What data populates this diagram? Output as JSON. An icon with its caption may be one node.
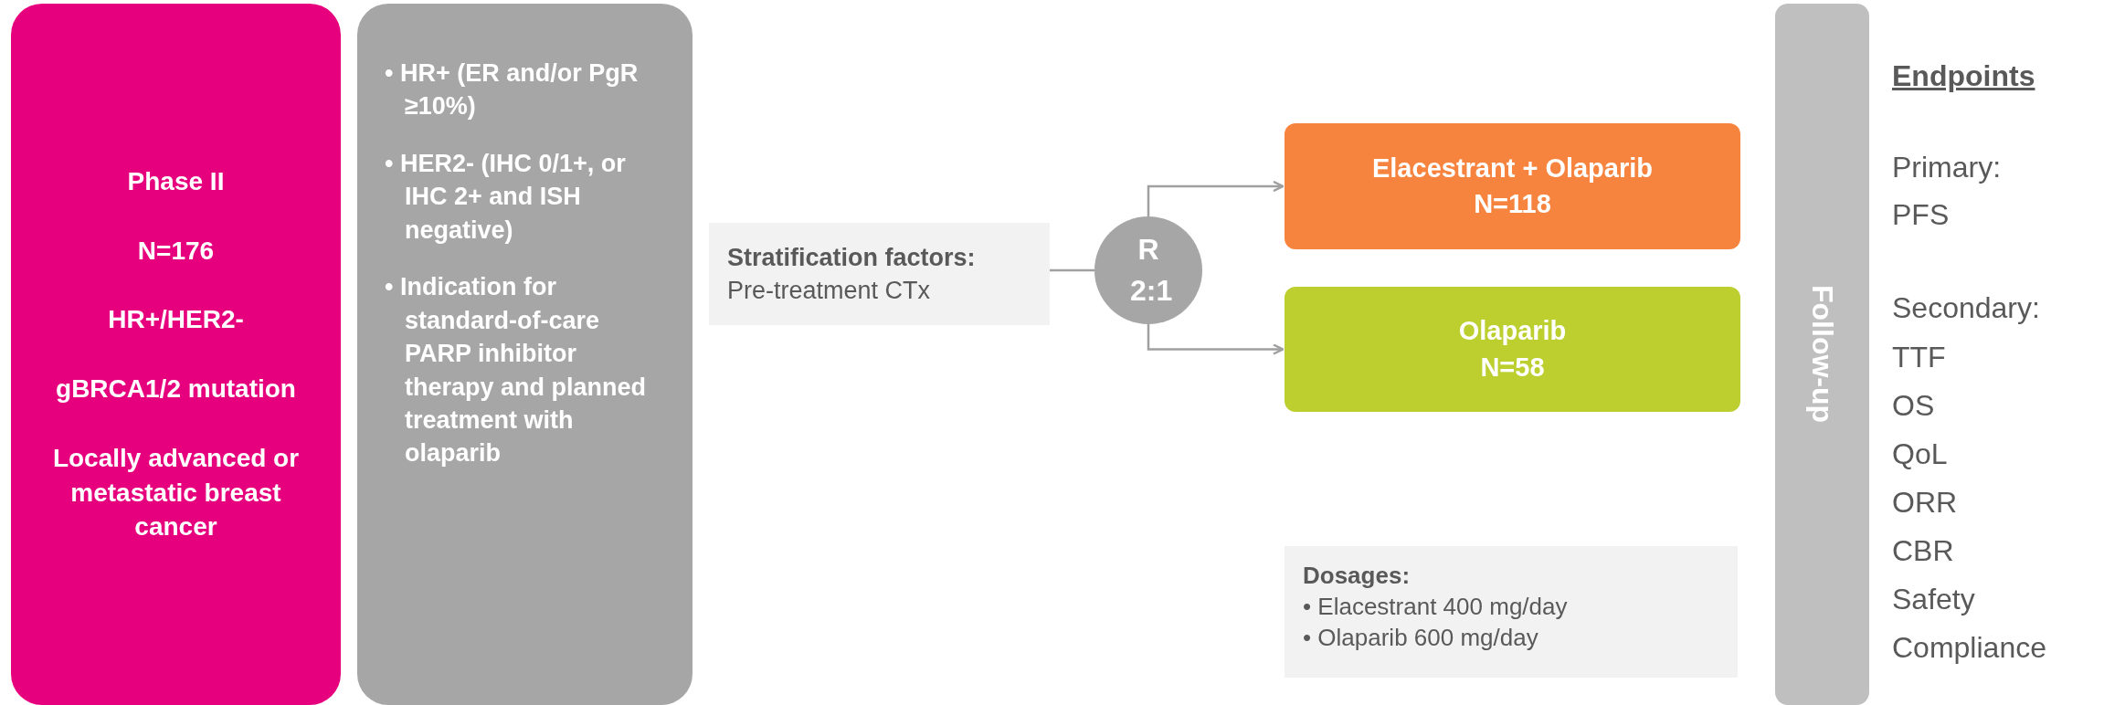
{
  "diagram": {
    "nodes": [
      {
        "text": [
          "Phase II",
          "N=176",
          "HR+/HER2-",
          "gBRCA1/2 mutation",
          "Locally advanced or metastatic breast cancer"
        ]
      },
      {
        "text": [
          "• HR+ (ER and/or PgR ≥10%)",
          "• HER2- (IHC 0/1+, or IHC 2+ and ISH negative)",
          "• Indication for standard-of-care PARP inhibitor therapy and planned treatment with olaparib"
        ]
      },
      {
        "text": [
          "Stratification factors:",
          "Pre-treatment CTx"
        ]
      },
      {
        "text": [
          "R 2:1"
        ]
      },
      {
        "text": [
          "Elacestrant + Olaparib",
          "N=118"
        ]
      },
      {
        "text": [
          "Olaparib",
          "N=58"
        ]
      },
      {
        "text": [
          "Dosages:",
          "• Elacestrant 400 mg/day",
          "• Olaparib 600 mg/day"
        ]
      },
      {
        "text": [
          "Follow-up"
        ]
      }
    ],
    "edges": [
      {
        "from": 2,
        "to": 3,
        "arrow": "none"
      },
      {
        "from": 3,
        "to": 4,
        "arrow": "to"
      },
      {
        "from": 3,
        "to": 5,
        "arrow": "to"
      }
    ],
    "labels": [
      "Endpoints",
      "Primary:",
      "PFS",
      "Secondary:",
      "TTF",
      "OS",
      "QoL",
      "ORR",
      "CBR",
      "Safety",
      "Compliance"
    ]
  }
}
